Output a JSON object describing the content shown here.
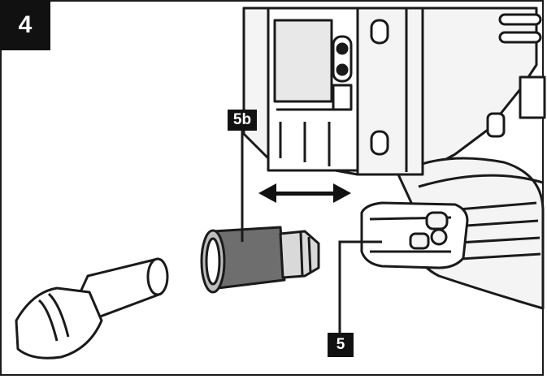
{
  "figure": {
    "step_number": "4",
    "callouts": [
      {
        "id": "5b",
        "label": "5b",
        "refers_to": "dust-extraction-adapter"
      },
      {
        "id": "5",
        "label": "5",
        "refers_to": "dust-extraction-port"
      }
    ],
    "arrow": "double-headed-horizontal",
    "colors": {
      "line": "#1a1a1a",
      "tag_bg": "#111111",
      "tag_text": "#ffffff",
      "adapter_fill": "#6e6e6e",
      "tool_fill": "#f4f4f4",
      "panel_fill": "#e8e8e8"
    }
  }
}
